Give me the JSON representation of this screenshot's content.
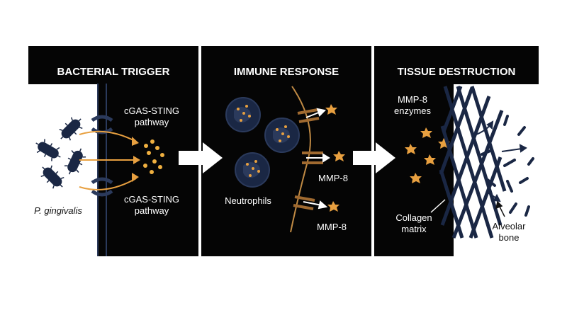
{
  "panels": [
    {
      "title": "BACTERIAL TRIGGER"
    },
    {
      "title": "IMMUNE RESPONSE"
    },
    {
      "title": "TISSUE DESTRUCTION"
    }
  ],
  "labels": {
    "pathway_top_1": "cGAS-STING",
    "pathway_top_2": "pathway",
    "pathway_bottom_1": "cGAS-STING",
    "pathway_bottom_2": "pathway",
    "bacteria": "P. gingivalis",
    "neutrophils": "Neutrophils",
    "mmp8_mid": "MMP-8",
    "mmp8_low": "MMP-8",
    "enzymes_1": "MMP-8",
    "enzymes_2": "enzymes",
    "collagen_1": "Collagen",
    "collagen_2": "matrix",
    "bone_1": "Alveolar",
    "bone_2": "bone"
  },
  "colors": {
    "panel": "#050505",
    "accent": "#e8a040",
    "navy": "#1a2744",
    "membrane": "#2b3a5c"
  },
  "icons": {
    "bacterium": "rod-bacterium-icon",
    "neutrophil": "neutrophil-cell-icon",
    "enzyme": "star-burst-icon",
    "arrow": "block-arrow-icon"
  }
}
